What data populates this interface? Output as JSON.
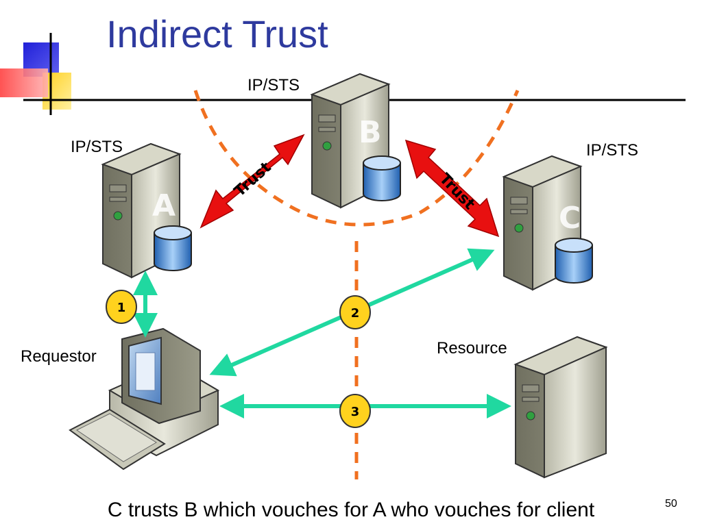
{
  "title": "Indirect Trust",
  "labels": {
    "ip_sts_b": "IP/STS",
    "ip_sts_a": "IP/STS",
    "ip_sts_c": "IP/STS",
    "requestor": "Requestor",
    "resource": "Resource"
  },
  "servers": {
    "a": "A",
    "b": "B",
    "c": "C"
  },
  "trust_labels": {
    "ab": "Trust",
    "bc": "Trust"
  },
  "steps": {
    "one": "1",
    "two": "2",
    "three": "3"
  },
  "caption": "C trusts B which vouches for A who vouches for client",
  "page_number": "50",
  "colors": {
    "title": "#2E3A9E",
    "trust_arrow": "#E81010",
    "flow_arrow": "#20D8A0",
    "boundary": "#F07020",
    "step_badge": "#FFD21E"
  }
}
